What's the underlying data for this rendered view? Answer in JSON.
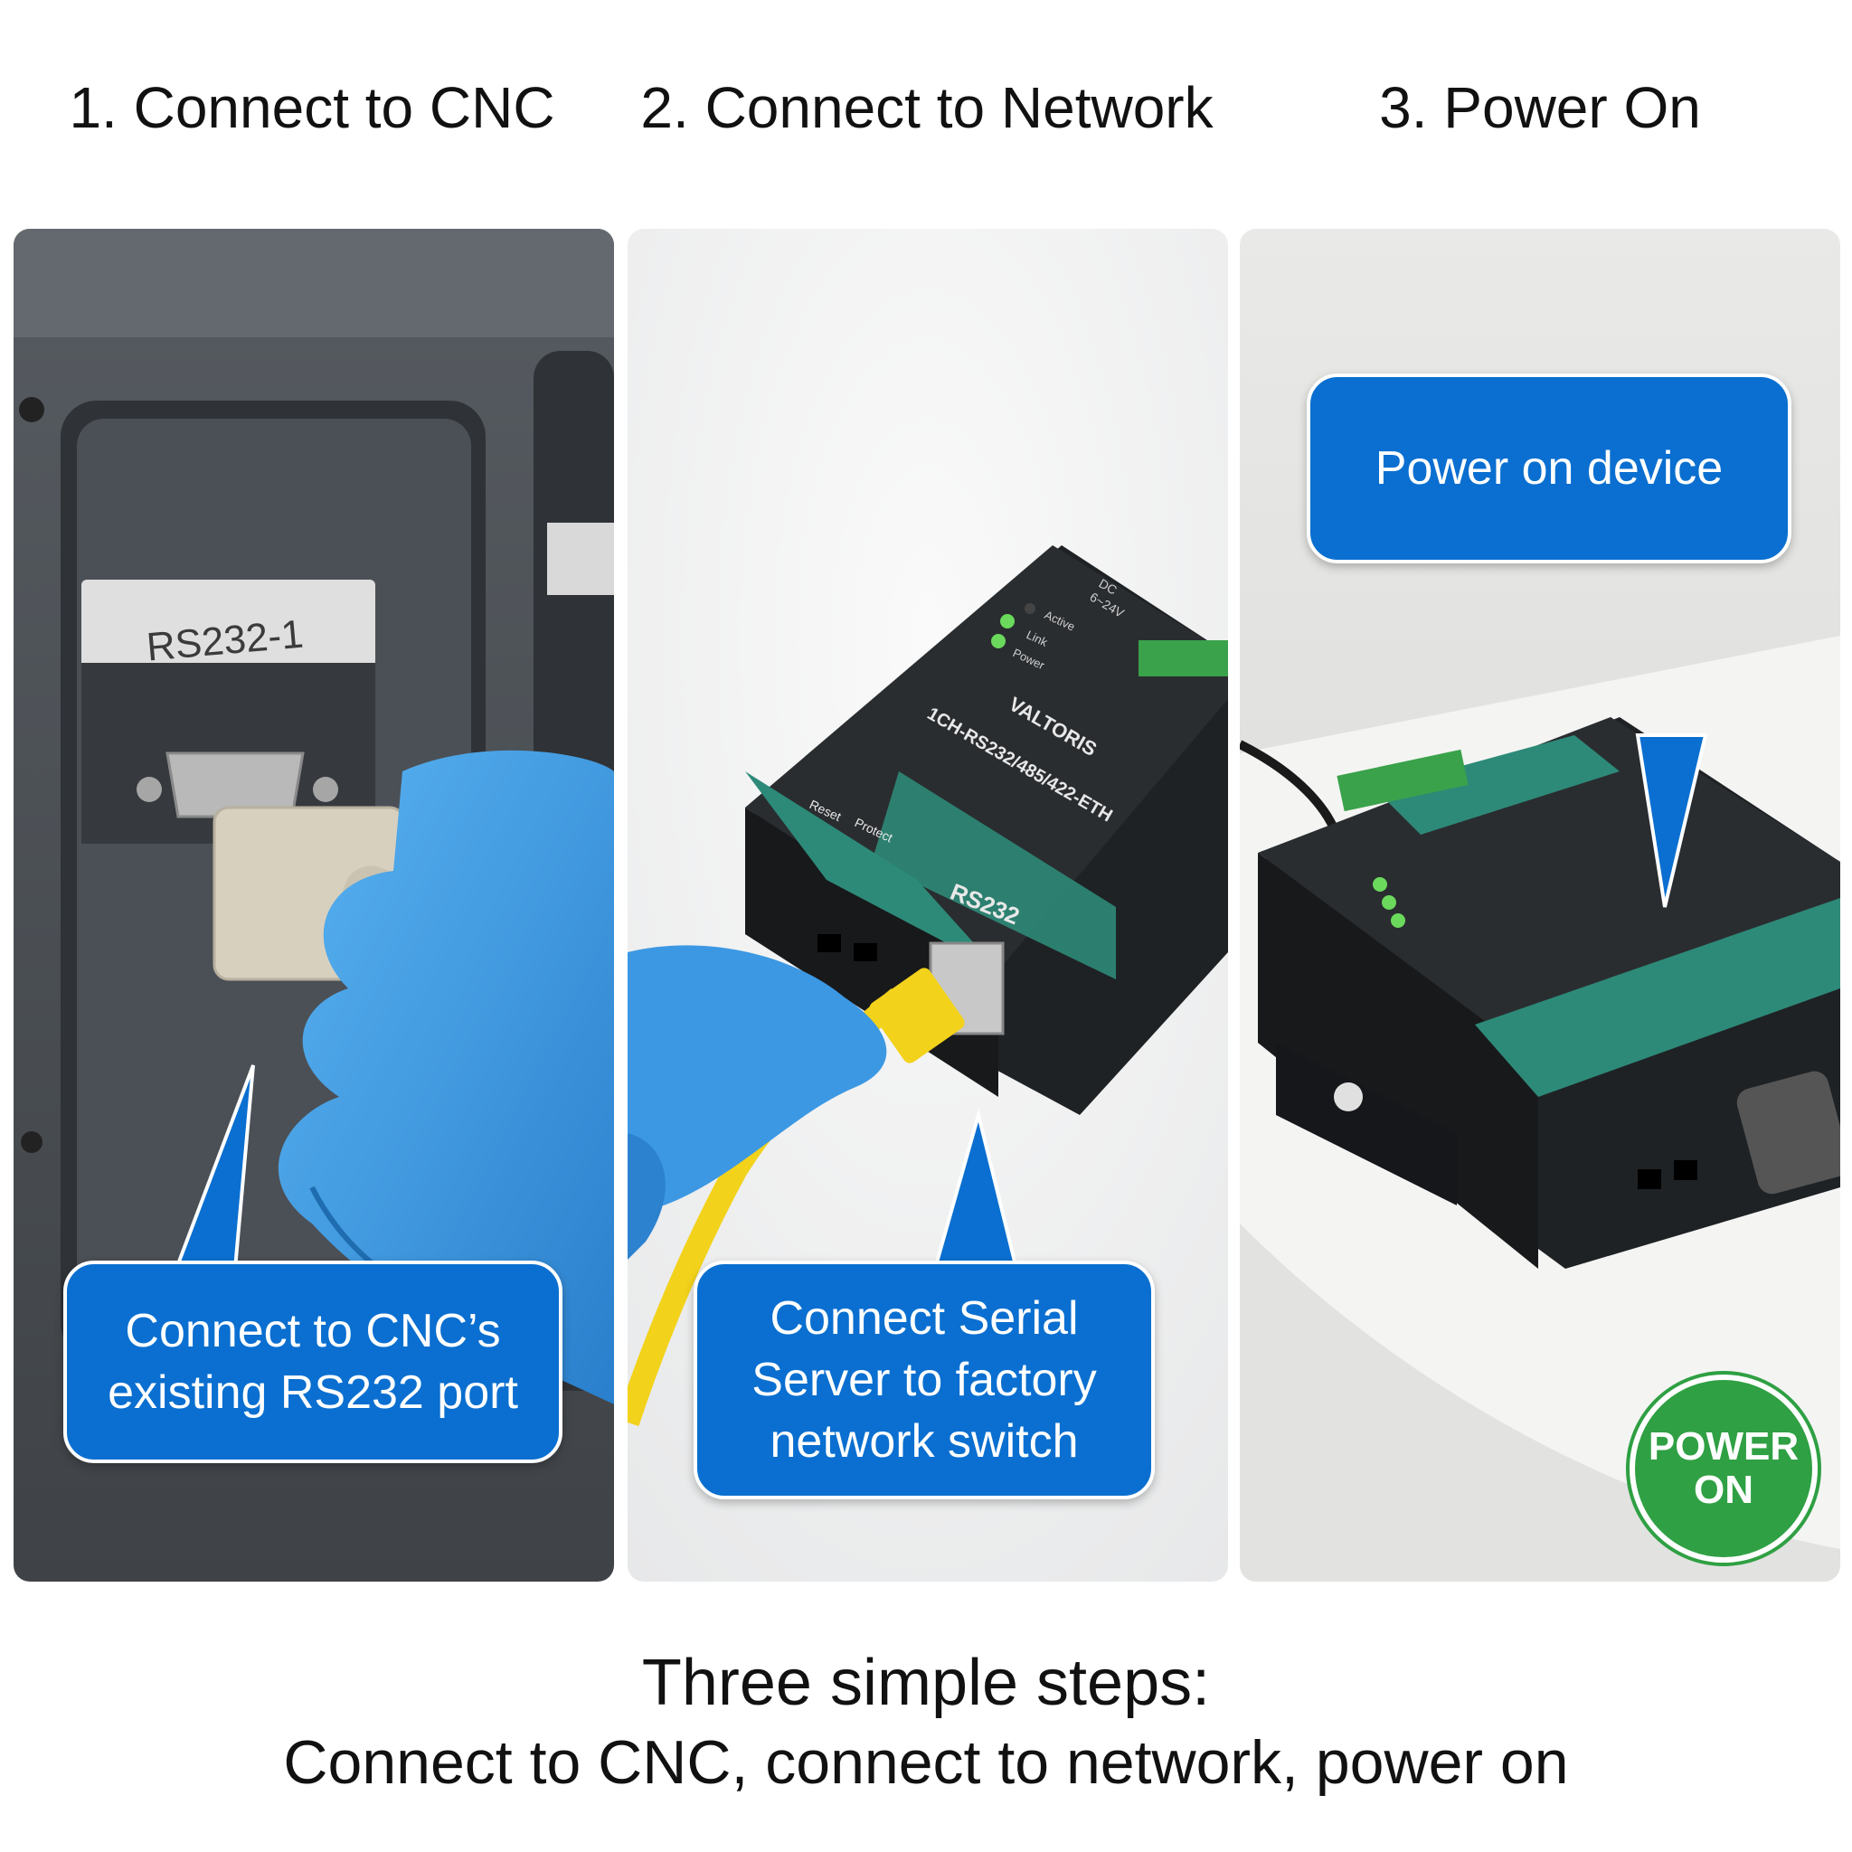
{
  "steps": [
    {
      "title": "1. Connect to CNC",
      "callout": [
        "Connect to CNC’s",
        "existing RS232 port"
      ],
      "port_label": "RS232-1"
    },
    {
      "title": "2. Connect to Network",
      "callout": [
        "Connect Serial",
        "Server to factory",
        "network switch"
      ]
    },
    {
      "title": "3. Power On",
      "callout": [
        "Power on device"
      ],
      "badge": [
        "POWER",
        "ON"
      ]
    }
  ],
  "device": {
    "brand": "VALTORIS",
    "model": "1CH-RS232/485/422-ETH",
    "port_name": "RS232",
    "power_label": "DC",
    "voltage": "6~24V",
    "leds": [
      "Active",
      "Link",
      "Power"
    ],
    "buttons": [
      "Reset",
      "Protect"
    ]
  },
  "bottom": {
    "line1": "Three simple steps:",
    "line2": "Connect to CNC, connect to network, power on"
  },
  "colors": {
    "callout": "#0a6fd0",
    "badge": "#2fa043",
    "device_body": "#2a2d30",
    "device_label": "#2d8a78"
  }
}
